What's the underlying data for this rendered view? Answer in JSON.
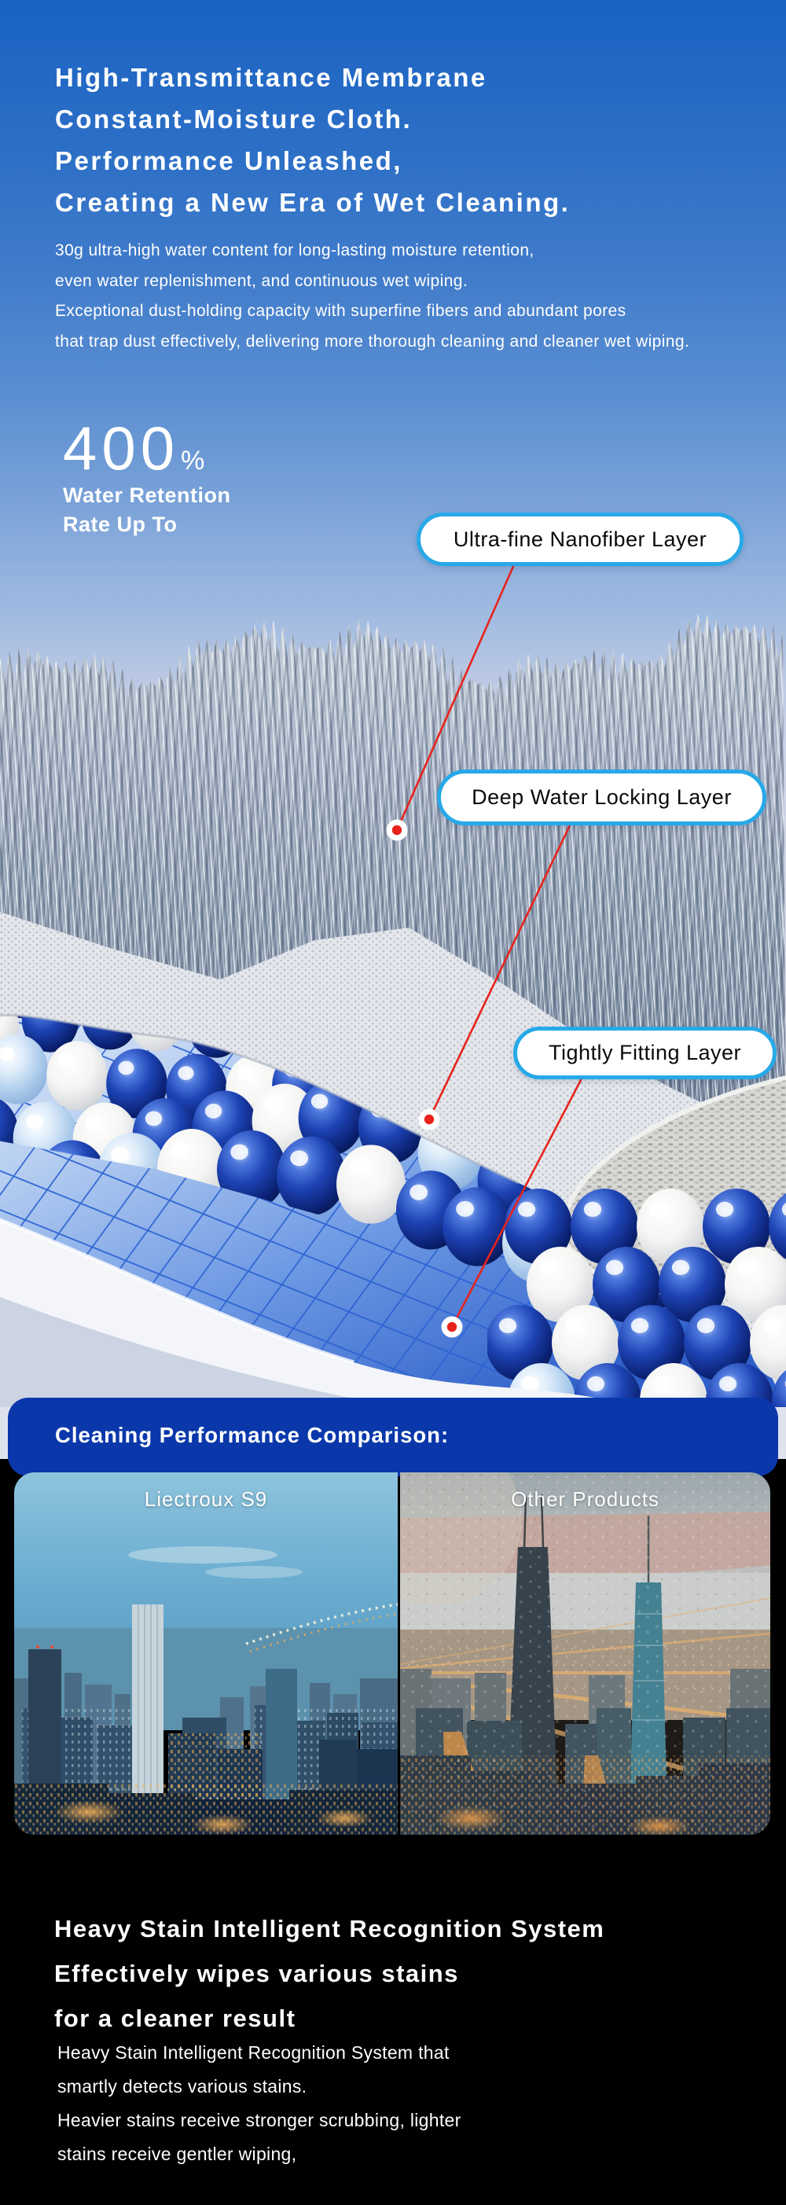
{
  "hero": {
    "title_lines": [
      "High-Transmittance Membrane",
      "Constant-Moisture Cloth.",
      "Performance Unleashed,",
      "Creating a New Era of Wet Cleaning."
    ],
    "description_lines": [
      "30g ultra-high water content for long-lasting moisture retention,",
      "even water replenishment, and continuous wet wiping.",
      "Exceptional dust-holding capacity with superfine fibers and abundant pores",
      "that trap dust effectively, delivering more thorough cleaning and cleaner wet wiping."
    ],
    "stat": {
      "value": "400",
      "unit": "%",
      "label_lines": [
        "Water Retention",
        "Rate Up To"
      ]
    }
  },
  "layers": {
    "callouts": [
      {
        "label": "Ultra-fine Nanofiber Layer"
      },
      {
        "label": "Deep Water Locking Layer"
      },
      {
        "label": "Tightly Fitting Layer"
      }
    ]
  },
  "comparison": {
    "heading": "Cleaning Performance Comparison:",
    "left_label": "Liectroux S9",
    "right_label": "Other Products"
  },
  "stain_section": {
    "heading_lines": [
      "Heavy Stain Intelligent Recognition System",
      "Effectively wipes various stains",
      "for a cleaner result"
    ],
    "body_lines": [
      "Heavy Stain Intelligent Recognition System that",
      "smartly detects various stains.",
      "Heavier stains receive stronger scrubbing, lighter",
      "stains receive gentler wiping,"
    ]
  },
  "colors": {
    "accent_blue": "#27a9e8",
    "panel_blue": "#0a38ab",
    "callout_red": "#e8231c",
    "hero_blue_top": "#1a63c3"
  }
}
